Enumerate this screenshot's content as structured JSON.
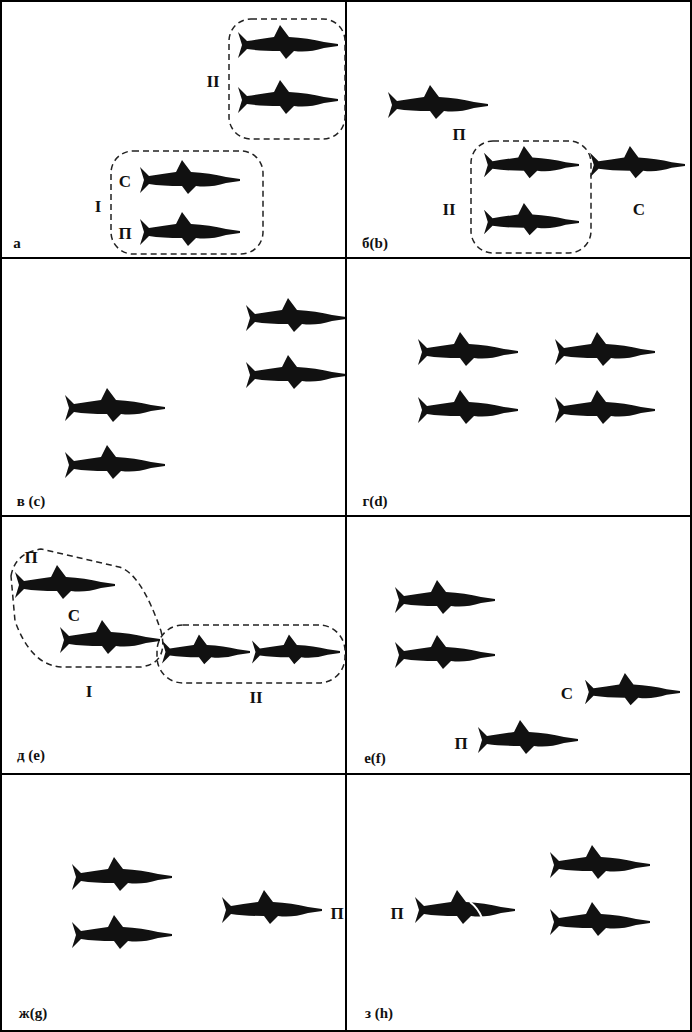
{
  "diagram": {
    "nodes": [
      {
        "text": [
          "а"
        ]
      },
      {
        "text": [
          "II"
        ],
        "in": 0
      },
      {
        "text": [
          "I",
          "С",
          "П"
        ],
        "in": 0
      },
      {
        "text": [
          "П",
          "С",
          "б(b)"
        ]
      },
      {
        "text": [
          "II"
        ],
        "in": 3
      },
      {
        "text": [
          "в (c)"
        ]
      },
      {
        "text": [
          "г(d)"
        ]
      },
      {
        "text": [
          "д (e)"
        ]
      },
      {
        "text": [
          "П",
          "С",
          "I"
        ],
        "in": 7
      },
      {
        "text": [
          "II"
        ],
        "in": 7
      },
      {
        "text": [
          "С",
          "П",
          "е(f)"
        ]
      },
      {
        "text": [
          "П",
          "ж(g)"
        ]
      },
      {
        "text": [
          "П",
          "з (h)"
        ]
      }
    ]
  }
}
